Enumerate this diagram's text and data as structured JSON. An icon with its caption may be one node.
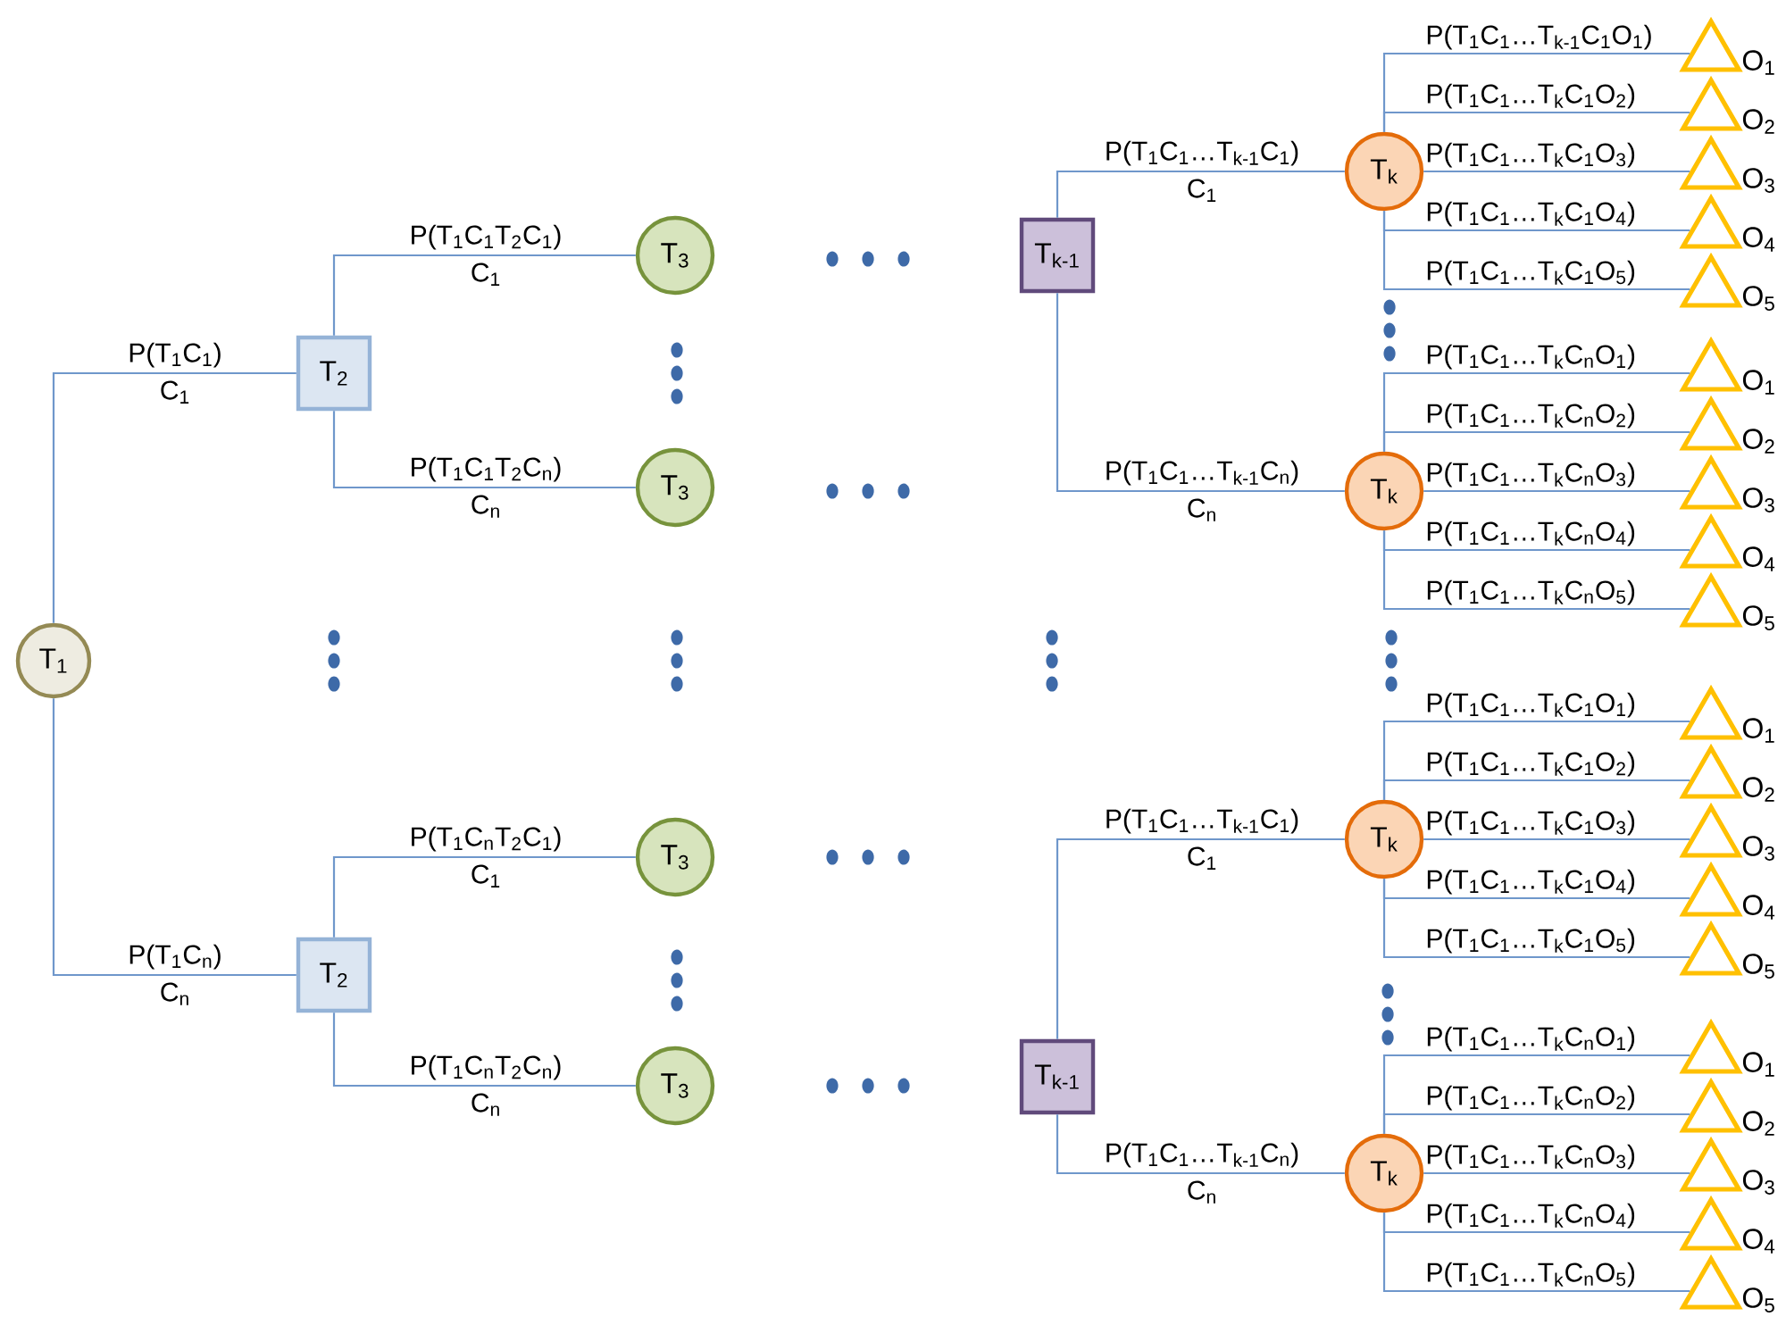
{
  "diagram": {
    "nodes": [
      {
        "text": [
          "T$_{1}$"
        ]
      },
      {
        "text": [
          "T$_{2}$"
        ]
      },
      {
        "text": [
          "T$_{3}$"
        ]
      },
      {
        "text": [
          "T$_{3}$"
        ]
      },
      {
        "text": [
          "T$_{2}$"
        ]
      },
      {
        "text": [
          "T$_{3}$"
        ]
      },
      {
        "text": [
          "T$_{3}$"
        ]
      },
      {
        "text": [
          "T$_{k-1}$"
        ]
      },
      {
        "text": [
          "T$_{k}$"
        ]
      },
      {
        "text": [
          "T$_{k}$"
        ]
      },
      {
        "text": [
          "T$_{k-1}$"
        ]
      },
      {
        "text": [
          "T$_{k}$"
        ]
      },
      {
        "text": [
          "T$_{k}$"
        ]
      },
      {
        "text": [],
        "shape": "triangle",
        "beside": [
          "O$_{1}$"
        ]
      },
      {
        "text": [],
        "shape": "triangle",
        "beside": [
          "O$_{2}$"
        ]
      },
      {
        "text": [],
        "shape": "triangle",
        "beside": [
          "O$_{3}$"
        ]
      },
      {
        "text": [],
        "shape": "triangle",
        "beside": [
          "O$_{4}$"
        ]
      },
      {
        "text": [],
        "shape": "triangle",
        "beside": [
          "O$_{5}$"
        ]
      },
      {
        "text": [],
        "shape": "triangle",
        "beside": [
          "O$_{1}$"
        ]
      },
      {
        "text": [],
        "shape": "triangle",
        "beside": [
          "O$_{2}$"
        ]
      },
      {
        "text": [],
        "shape": "triangle",
        "beside": [
          "O$_{3}$"
        ]
      },
      {
        "text": [],
        "shape": "triangle",
        "beside": [
          "O$_{4}$"
        ]
      },
      {
        "text": [],
        "shape": "triangle",
        "beside": [
          "O$_{5}$"
        ]
      },
      {
        "text": [],
        "shape": "triangle",
        "beside": [
          "O$_{1}$"
        ]
      },
      {
        "text": [],
        "shape": "triangle",
        "beside": [
          "O$_{2}$"
        ]
      },
      {
        "text": [],
        "shape": "triangle",
        "beside": [
          "O$_{3}$"
        ]
      },
      {
        "text": [],
        "shape": "triangle",
        "beside": [
          "O$_{4}$"
        ]
      },
      {
        "text": [],
        "shape": "triangle",
        "beside": [
          "O$_{5}$"
        ]
      },
      {
        "text": [],
        "shape": "triangle",
        "beside": [
          "O$_{1}$"
        ]
      },
      {
        "text": [],
        "shape": "triangle",
        "beside": [
          "O$_{2}$"
        ]
      },
      {
        "text": [],
        "shape": "triangle",
        "beside": [
          "O$_{3}$"
        ]
      },
      {
        "text": [],
        "shape": "triangle",
        "beside": [
          "O$_{4}$"
        ]
      },
      {
        "text": [],
        "shape": "triangle",
        "beside": [
          "O$_{5}$"
        ]
      }
    ],
    "edges": [
      {
        "from": 0,
        "to": 1,
        "arrow": "none",
        "label": "P(T$_{1}$C$_{1}$)"
      },
      {
        "from": 0,
        "to": 4,
        "arrow": "none",
        "label": "P(T$_{1}$C$_{n}$)"
      },
      {
        "from": 1,
        "to": 2,
        "arrow": "none",
        "label": "P(T$_{1}$C$_{1}$T$_{2}$C$_{1}$)"
      },
      {
        "from": 1,
        "to": 3,
        "arrow": "none",
        "label": "P(T$_{1}$C$_{1}$T$_{2}$C$_{n}$)"
      },
      {
        "from": 4,
        "to": 5,
        "arrow": "none",
        "label": "P(T$_{1}$C$_{n}$T$_{2}$C$_{1}$)"
      },
      {
        "from": 4,
        "to": 6,
        "arrow": "none",
        "label": "P(T$_{1}$C$_{n}$T$_{2}$C$_{n}$)"
      },
      {
        "from": 7,
        "to": 8,
        "arrow": "none",
        "label": "P(T$_{1}$C$_{1}$…T$_{k-1}$C$_{1}$)"
      },
      {
        "from": 7,
        "to": 9,
        "arrow": "none",
        "label": "P(T$_{1}$C$_{1}$…T$_{k-1}$C$_{n}$)"
      },
      {
        "from": 10,
        "to": 11,
        "arrow": "none",
        "label": "P(T$_{1}$C$_{1}$…T$_{k-1}$C$_{1}$)"
      },
      {
        "from": 10,
        "to": 12,
        "arrow": "none",
        "label": "P(T$_{1}$C$_{1}$…T$_{k-1}$C$_{n}$)"
      },
      {
        "from": 8,
        "to": 13,
        "arrow": "none",
        "label": "P(T$_{1}$C$_{1}$…T$_{k-1}$C$_{1}$O$_{1}$)"
      },
      {
        "from": 8,
        "to": 14,
        "arrow": "none",
        "label": "P(T$_{1}$C$_{1}$…T$_{k}$C$_{1}$O$_{2}$)"
      },
      {
        "from": 8,
        "to": 15,
        "arrow": "none",
        "label": "P(T$_{1}$C$_{1}$…T$_{k}$C$_{1}$O$_{3}$)"
      },
      {
        "from": 8,
        "to": 16,
        "arrow": "none",
        "label": "P(T$_{1}$C$_{1}$…T$_{k}$C$_{1}$O$_{4}$)"
      },
      {
        "from": 8,
        "to": 17,
        "arrow": "none",
        "label": "P(T$_{1}$C$_{1}$…T$_{k}$C$_{1}$O$_{5}$)"
      },
      {
        "from": 9,
        "to": 18,
        "arrow": "none",
        "label": "P(T$_{1}$C$_{1}$…T$_{k}$C$_{n}$O$_{1}$)"
      },
      {
        "from": 9,
        "to": 19,
        "arrow": "none",
        "label": "P(T$_{1}$C$_{1}$…T$_{k}$C$_{n}$O$_{2}$)"
      },
      {
        "from": 9,
        "to": 20,
        "arrow": "none",
        "label": "P(T$_{1}$C$_{1}$…T$_{k}$C$_{n}$O$_{3}$)"
      },
      {
        "from": 9,
        "to": 21,
        "arrow": "none",
        "label": "P(T$_{1}$C$_{1}$…T$_{k}$C$_{n}$O$_{4}$)"
      },
      {
        "from": 9,
        "to": 22,
        "arrow": "none",
        "label": "P(T$_{1}$C$_{1}$…T$_{k}$C$_{n}$O$_{5}$)"
      },
      {
        "from": 11,
        "to": 23,
        "arrow": "none",
        "label": "P(T$_{1}$C$_{1}$…T$_{k}$C$_{1}$O$_{1}$)"
      },
      {
        "from": 11,
        "to": 24,
        "arrow": "none",
        "label": "P(T$_{1}$C$_{1}$…T$_{k}$C$_{1}$O$_{2}$)"
      },
      {
        "from": 11,
        "to": 25,
        "arrow": "none",
        "label": "P(T$_{1}$C$_{1}$…T$_{k}$C$_{1}$O$_{3}$)"
      },
      {
        "from": 11,
        "to": 26,
        "arrow": "none",
        "label": "P(T$_{1}$C$_{1}$…T$_{k}$C$_{1}$O$_{4}$)"
      },
      {
        "from": 11,
        "to": 27,
        "arrow": "none",
        "label": "P(T$_{1}$C$_{1}$…T$_{k}$C$_{1}$O$_{5}$)"
      },
      {
        "from": 12,
        "to": 28,
        "arrow": "none",
        "label": "P(T$_{1}$C$_{1}$…T$_{k}$C$_{n}$O$_{1}$)"
      },
      {
        "from": 12,
        "to": 29,
        "arrow": "none",
        "label": "P(T$_{1}$C$_{1}$…T$_{k}$C$_{n}$O$_{2}$)"
      },
      {
        "from": 12,
        "to": 30,
        "arrow": "none",
        "label": "P(T$_{1}$C$_{1}$…T$_{k}$C$_{n}$O$_{3}$)"
      },
      {
        "from": 12,
        "to": 31,
        "arrow": "none",
        "label": "P(T$_{1}$C$_{1}$…T$_{k}$C$_{n}$O$_{4}$)"
      },
      {
        "from": 12,
        "to": 32,
        "arrow": "none",
        "label": "P(T$_{1}$C$_{1}$…T$_{k}$C$_{n}$O$_{5}$)"
      }
    ],
    "labels": [
      "C$_{1}$",
      "C$_{n}$",
      "C$_{1}$",
      "C$_{n}$",
      "C$_{1}$",
      "C$_{n}$",
      "C$_{1}$",
      "C$_{n}$",
      "C$_{1}$",
      "C$_{n}$"
    ]
  }
}
